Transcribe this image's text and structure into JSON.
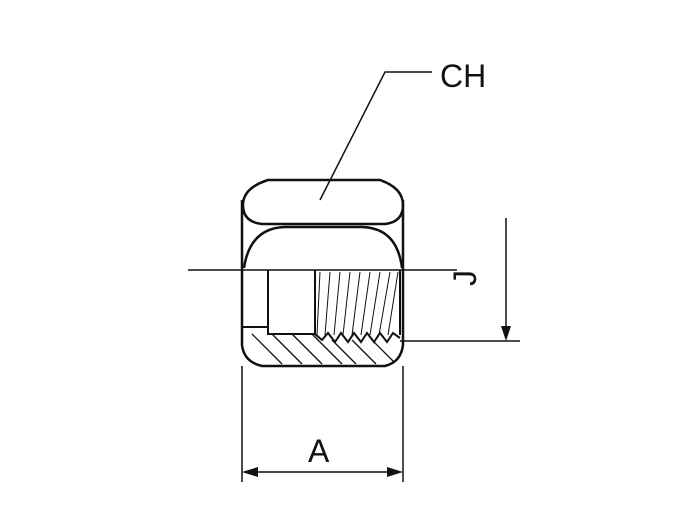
{
  "labels": {
    "ch": "CH",
    "a": "A",
    "j": "J"
  },
  "colors": {
    "line": "#111111",
    "background": "#ffffff"
  }
}
